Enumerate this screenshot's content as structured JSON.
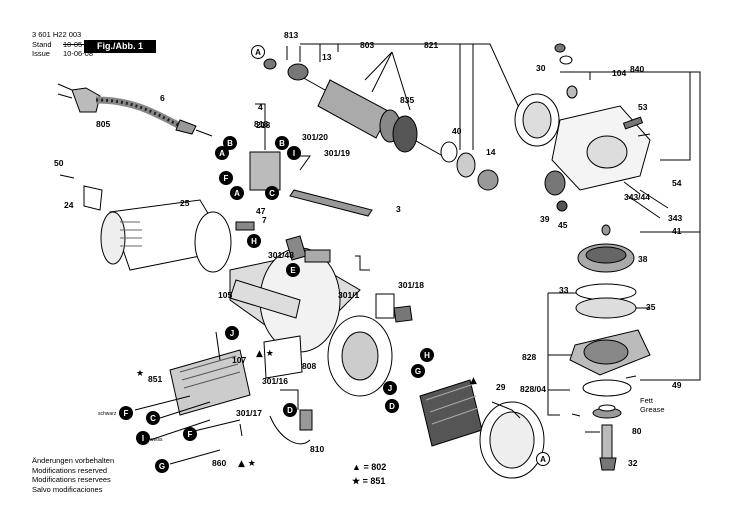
{
  "header": {
    "doc_number": "3 601 H22 003",
    "stand_label": "Stand",
    "stand_date": "10-05-18",
    "issue_label": "Issue",
    "issue_date": "10-06-08",
    "figure_label": "Fig./Abb. 1"
  },
  "notes": [
    "Änderungen vorbehalten",
    "Modifications reserved",
    "Modifications reservees",
    "Salvo modificaciones"
  ],
  "legend": [
    {
      "symbol": "▲",
      "text": "= 802"
    },
    {
      "symbol": "★",
      "text": "= 851"
    }
  ],
  "wire_labels": [
    "schwarz",
    "weiss"
  ],
  "side_note": [
    "Fett",
    "Grease"
  ],
  "letter_markers": [
    "A",
    "B",
    "C",
    "D",
    "E",
    "F",
    "G",
    "H",
    "I",
    "J"
  ],
  "part_numbers": [
    "3",
    "4",
    "6",
    "7",
    "13",
    "14",
    "24",
    "25",
    "29",
    "30",
    "32",
    "33",
    "35",
    "38",
    "39",
    "40",
    "41",
    "45",
    "47",
    "49",
    "50",
    "53",
    "54",
    "80",
    "104",
    "105",
    "107",
    "218",
    "301/1",
    "301/16",
    "301/17",
    "301/18",
    "301/19",
    "301/20",
    "301/48",
    "343",
    "343/44",
    "803",
    "805",
    "808",
    "810",
    "813",
    "818",
    "821",
    "828",
    "828/04",
    "835",
    "840",
    "851",
    "860"
  ],
  "colors": {
    "ink": "#000000",
    "paper": "#ffffff",
    "part_gray": "#9a9a9a"
  }
}
